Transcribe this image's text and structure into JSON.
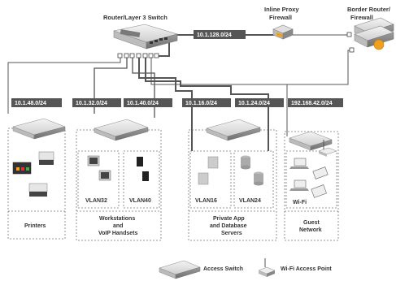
{
  "devices": {
    "core_switch": "Router/Layer 3 Switch",
    "proxy_firewall": [
      "Inline Proxy",
      "Firewall"
    ],
    "border_router": [
      "Border Router/",
      "Firewall"
    ]
  },
  "subnets": {
    "uplink": "10.1.128.0/24",
    "printers": "10.1.48.0/24",
    "vlan32": "10.1.32.0/24",
    "vlan40": "10.1.40.0/24",
    "vlan16": "10.1.16.0/24",
    "vlan24": "10.1.24.0/24",
    "guest": "192.168.42.0/24"
  },
  "vlans": {
    "vlan32": "VLAN32",
    "vlan40": "VLAN40",
    "vlan16": "VLAN16",
    "vlan24": "VLAN24",
    "wifi": "Wi-Fi"
  },
  "groups": {
    "printers": [
      "Printers"
    ],
    "workstations": [
      "Workstations",
      "and",
      "VoIP Handsets"
    ],
    "servers": [
      "Private App",
      "and Database",
      "Servers"
    ],
    "guest": [
      "Guest",
      "Network"
    ]
  },
  "legend": {
    "access_switch": "Access Switch",
    "wifi_ap": "Wi-Fi Access Point"
  },
  "colors": {
    "line": "#555555",
    "label_bg": "#555555",
    "device_gray": "#9a9a9a",
    "firewall_orange": "#f2a01c"
  }
}
